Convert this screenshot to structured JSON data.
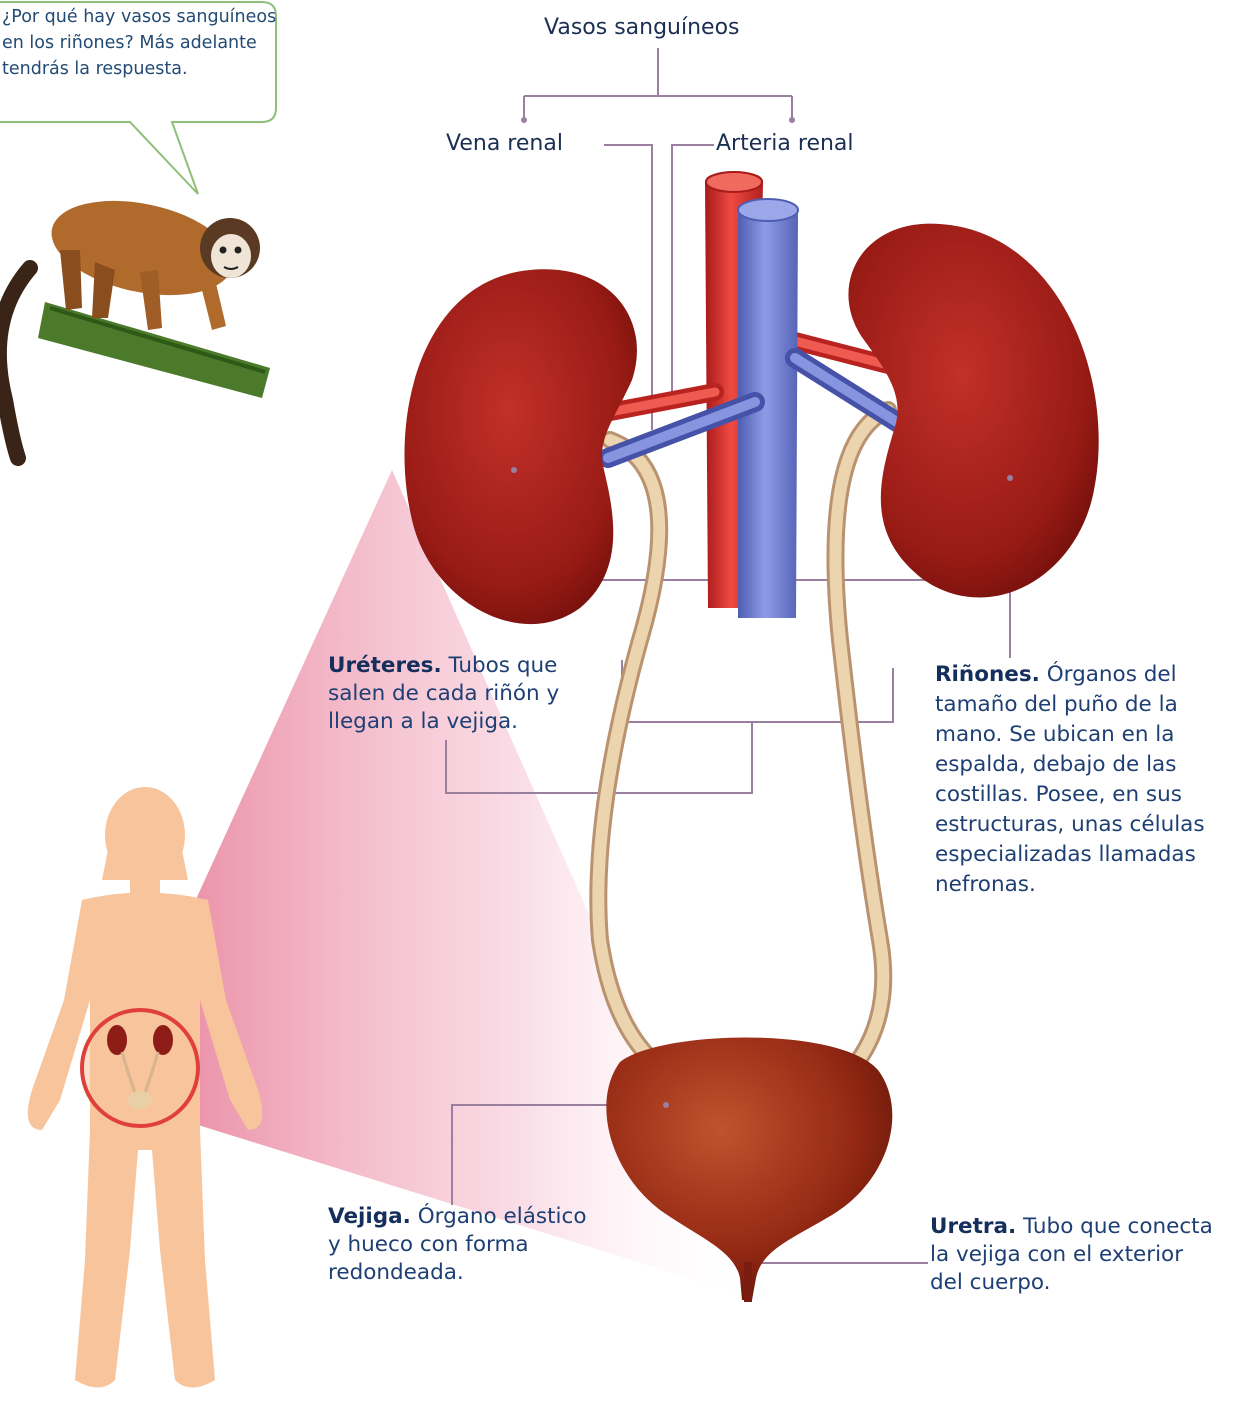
{
  "speech_bubble": {
    "text": "¿Por qué hay vasos sanguíneos en los riñones? Más adelante tendrás la respuesta."
  },
  "labels": {
    "vessels_title": "Vasos sanguíneos",
    "renal_vein": "Vena renal",
    "renal_artery": "Arteria renal",
    "ureters": {
      "term": "Uréteres.",
      "description": "Tubos que salen de cada riñón y llegan a la vejiga."
    },
    "kidneys": {
      "term": "Riñones.",
      "description": "Órganos del tamaño del puño de la mano. Se ubican en la espalda, debajo de las costillas. Posee, en sus estructuras, unas células especializadas llamadas nefronas."
    },
    "bladder": {
      "term": "Vejiga.",
      "description": "Órgano elástico y hueco con forma redondeada."
    },
    "urethra": {
      "term": "Uretra.",
      "description": "Tubo que conecta la vejiga con el exterior del cuerpo."
    }
  },
  "colors": {
    "leader_line": "#9a7fa0",
    "artery": "#d8312f",
    "vein": "#6f7fd0",
    "kidney": "#a8201a",
    "ureter": "#e9cfa6",
    "bladder": "#9a2c15",
    "zoom_pink": "#f2a8bd",
    "body_skin": "#f7c49c"
  }
}
